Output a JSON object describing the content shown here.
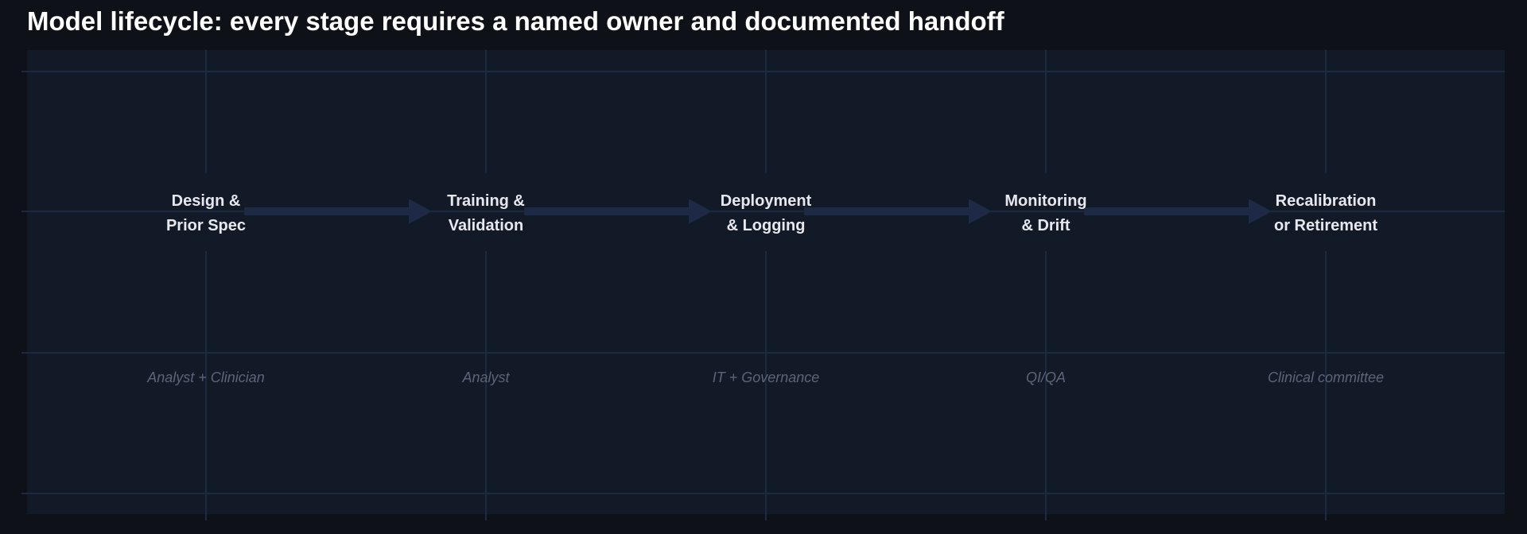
{
  "title": "Model lifecycle: every stage requires a named owner and documented handoff",
  "colors": {
    "page_background": "#0e1117",
    "panel_background": "#131a27",
    "grid_line": "#1b2a40",
    "arrow": "#1e2a45",
    "stage_text": "#e6e8ee",
    "owner_text": "#5b6478",
    "title_text": "#ffffff"
  },
  "stages": [
    {
      "lines": [
        "Design &",
        "Prior Spec"
      ],
      "owner": "Analyst + Clinician"
    },
    {
      "lines": [
        "Training &",
        "Validation"
      ],
      "owner": "Analyst"
    },
    {
      "lines": [
        "Deployment",
        "& Logging"
      ],
      "owner": "IT + Governance"
    },
    {
      "lines": [
        "Monitoring",
        "& Drift"
      ],
      "owner": "QI/QA"
    },
    {
      "lines": [
        "Recalibration",
        "or Retirement"
      ],
      "owner": "Clinical committee"
    }
  ]
}
